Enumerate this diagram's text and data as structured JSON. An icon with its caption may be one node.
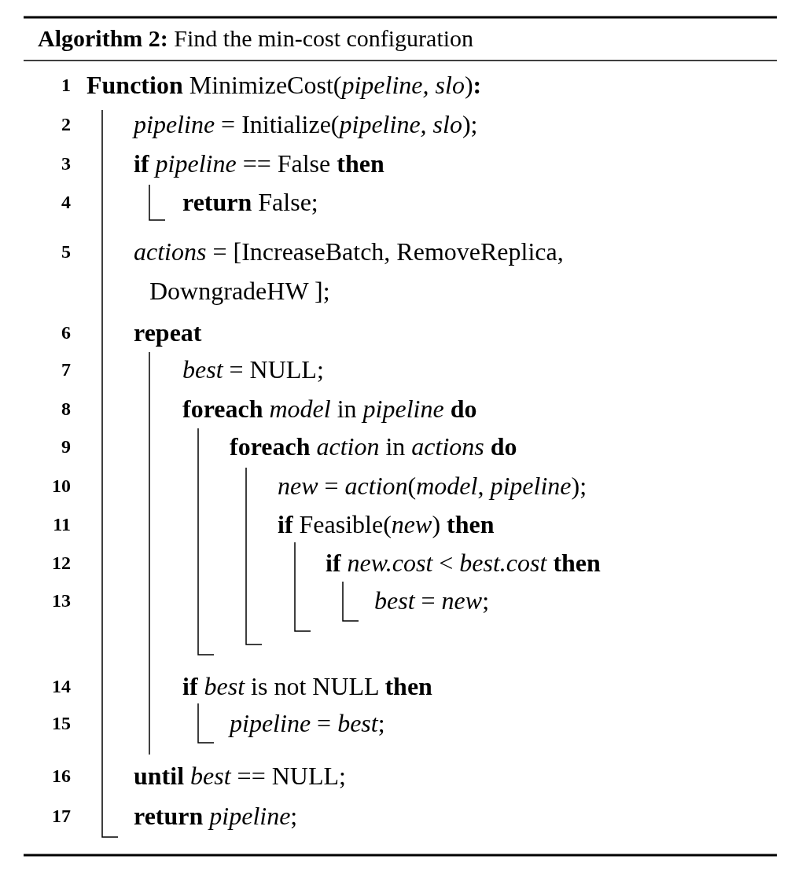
{
  "diagram": {
    "title": "**Algorithm 2:** Find the min-cost configuration",
    "labels": [
      "1",
      "**Function** MinimizeCost(*pipeline, slo*)**:**",
      "2",
      "*pipeline* = Initialize(*pipeline, slo*);",
      "3",
      "**if** *pipeline* == False **then**",
      "4",
      "**return** False;",
      "5",
      "*actions* = [IncreaseBatch, RemoveReplica, DowngradeHW ];",
      "6",
      "**repeat**",
      "7",
      "*best* = NULL;",
      "8",
      "**foreach** *model* in *pipeline* **do**",
      "9",
      "**foreach** *action* in *actions* **do**",
      "10",
      "*new* = *action*(*model*, *pipeline*);",
      "11",
      "**if** Feasible(*new*) **then**",
      "12",
      "**if** *new.cost* < *best.cost* **then**",
      "13",
      "*best* = *new*;",
      "14",
      "**if** *best* is not NULL **then**",
      "15",
      "*pipeline* = *best*;",
      "16",
      "**until** *best* == NULL;",
      "17",
      "**return** *pipeline*;"
    ]
  }
}
